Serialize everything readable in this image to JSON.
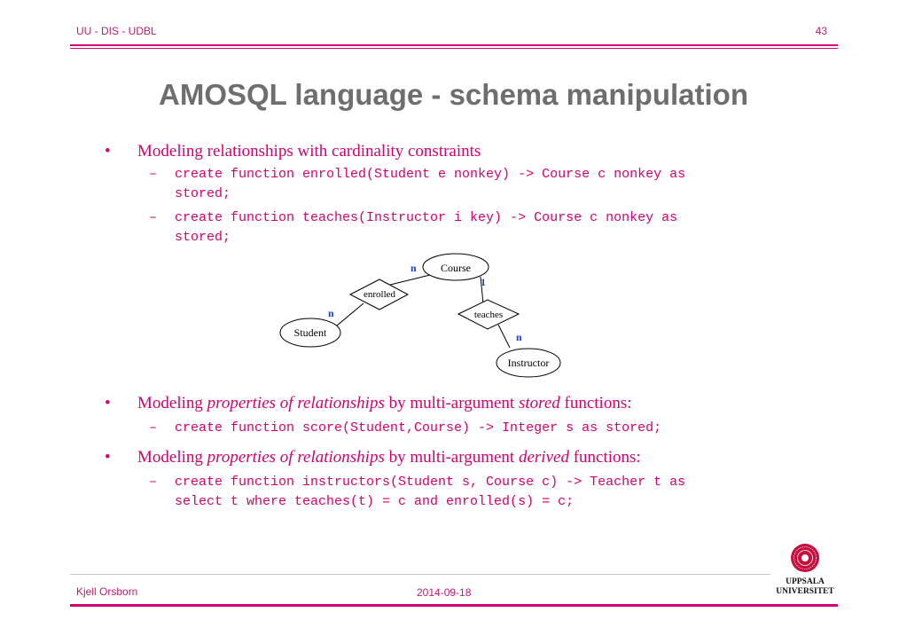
{
  "header": {
    "course": "UU - DIS - UDBL",
    "page_number": "43"
  },
  "title": "AMOSQL language - schema manipulation",
  "bullets": [
    {
      "text": "Modeling relationships with cardinality constraints",
      "code": [
        "create function enrolled(Student e nonkey) -> Course c nonkey as\nstored;",
        "create function teaches(Instructor i key) -> Course c nonkey as\nstored;"
      ]
    },
    {
      "prefix": "Modeling ",
      "em1": "properties of relationships",
      "mid": " by multi-argument ",
      "em2": "stored",
      "suffix": " functions:",
      "code": [
        "create function score(Student,Course) -> Integer s as stored;"
      ]
    },
    {
      "prefix": "Modeling ",
      "em1": "properties of relationships",
      "mid": " by multi-argument ",
      "em2": "derived",
      "suffix": " functions:",
      "code": [
        "create function instructors(Student s, Course c) -> Teacher t as\nselect t where teaches(t) = c and enrolled(s) = c;"
      ]
    }
  ],
  "diagram": {
    "entities": [
      "Course",
      "Student",
      "Instructor"
    ],
    "relationships": [
      "enrolled",
      "teaches"
    ],
    "cardinalities": [
      "n",
      "n",
      "1",
      "n"
    ]
  },
  "footer": {
    "author": "Kjell Orsborn",
    "date": "2014-09-18",
    "logo_text": [
      "UPPSALA",
      "UNIVERSITET"
    ]
  },
  "colors": {
    "accent": "#d4006f",
    "title": "#6e6e6e",
    "card": "#1a3fd6"
  }
}
